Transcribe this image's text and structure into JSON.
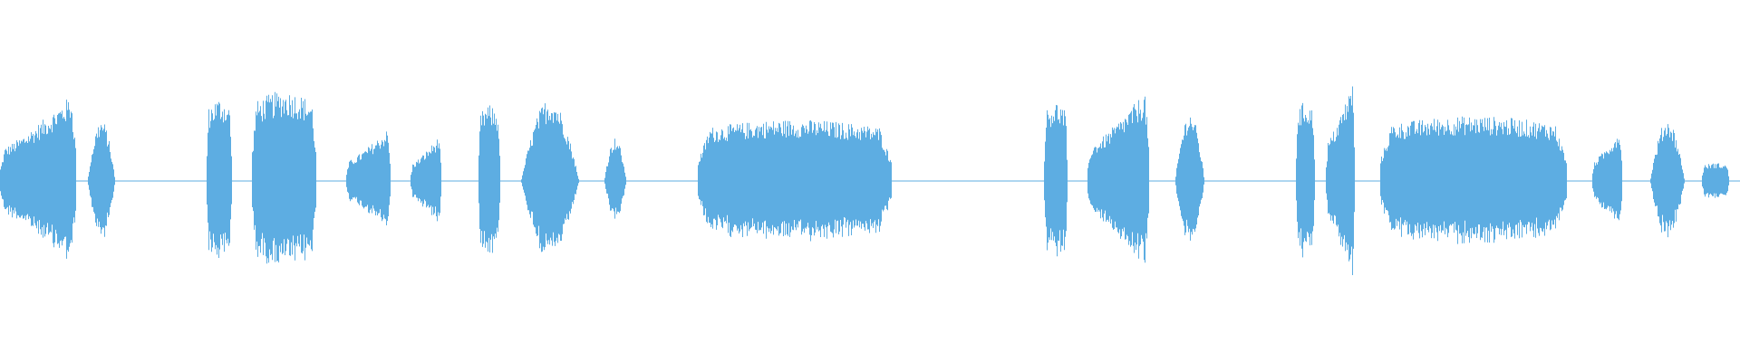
{
  "waveform": {
    "color": "#5dade2",
    "segments": [
      {
        "start": 0.0,
        "end": 0.043,
        "amp": 0.5,
        "shape": "rise"
      },
      {
        "start": 0.05,
        "end": 0.066,
        "amp": 0.34,
        "shape": "hump"
      },
      {
        "start": 0.119,
        "end": 0.133,
        "amp": 0.46,
        "shape": "flat"
      },
      {
        "start": 0.145,
        "end": 0.181,
        "amp": 0.5,
        "shape": "flat"
      },
      {
        "start": 0.199,
        "end": 0.224,
        "amp": 0.3,
        "shape": "rise"
      },
      {
        "start": 0.236,
        "end": 0.253,
        "amp": 0.26,
        "shape": "rise"
      },
      {
        "start": 0.275,
        "end": 0.287,
        "amp": 0.42,
        "shape": "flat"
      },
      {
        "start": 0.299,
        "end": 0.333,
        "amp": 0.46,
        "shape": "hump"
      },
      {
        "start": 0.347,
        "end": 0.36,
        "amp": 0.24,
        "shape": "hump"
      },
      {
        "start": 0.401,
        "end": 0.512,
        "amp": 0.34,
        "shape": "flat"
      },
      {
        "start": 0.6,
        "end": 0.613,
        "amp": 0.44,
        "shape": "flat"
      },
      {
        "start": 0.625,
        "end": 0.66,
        "amp": 0.52,
        "shape": "rise"
      },
      {
        "start": 0.675,
        "end": 0.692,
        "amp": 0.38,
        "shape": "hump"
      },
      {
        "start": 0.745,
        "end": 0.755,
        "amp": 0.44,
        "shape": "flat"
      },
      {
        "start": 0.762,
        "end": 0.778,
        "amp": 0.58,
        "shape": "rise"
      },
      {
        "start": 0.793,
        "end": 0.9,
        "amp": 0.36,
        "shape": "flat"
      },
      {
        "start": 0.915,
        "end": 0.932,
        "amp": 0.3,
        "shape": "rise"
      },
      {
        "start": 0.948,
        "end": 0.968,
        "amp": 0.34,
        "shape": "hump"
      },
      {
        "start": 0.978,
        "end": 0.993,
        "amp": 0.1,
        "shape": "flat"
      }
    ]
  }
}
